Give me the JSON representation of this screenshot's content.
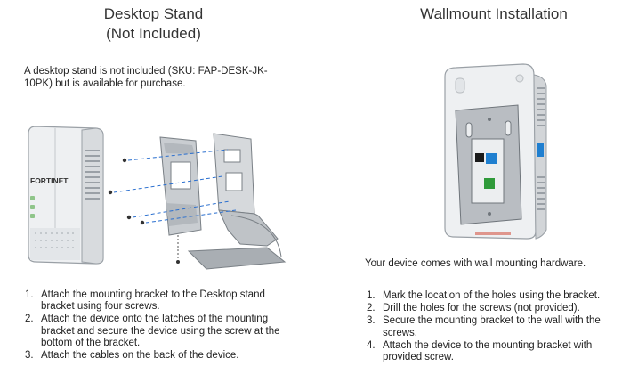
{
  "desktop": {
    "heading_line1": "Desktop Stand",
    "heading_line2": "(Not Included)",
    "intro": "A desktop stand is not included (SKU: FAP-DESK-JK-10PK) but is available for purchase.",
    "brand": "FORTINET",
    "steps": [
      {
        "num": "1.",
        "text": "Attach the mounting bracket to the Desktop stand bracket using four screws."
      },
      {
        "num": "2.",
        "text": "Attach the device onto the latches of the mounting bracket and secure the device using the screw at the bottom of the bracket."
      },
      {
        "num": "3.",
        "text": "Attach the cables on the back of the device."
      }
    ]
  },
  "wallmount": {
    "heading": "Wallmount Installation",
    "caption": "Your device comes with wall mounting hardware.",
    "steps": [
      {
        "num": "1.",
        "text": "Mark the location of the holes using the bracket."
      },
      {
        "num": "2.",
        "text": "Drill the holes for the screws (not provided)."
      },
      {
        "num": "3.",
        "text": "Secure the mounting bracket to the wall with the screws."
      },
      {
        "num": "4.",
        "text": "Attach the device to the mounting bracket with provided screw."
      }
    ]
  },
  "colors": {
    "ethernet_blue": "#1f7fd0",
    "ethernet_green": "#2f9a3a",
    "guide_line": "#2a6fcf"
  }
}
